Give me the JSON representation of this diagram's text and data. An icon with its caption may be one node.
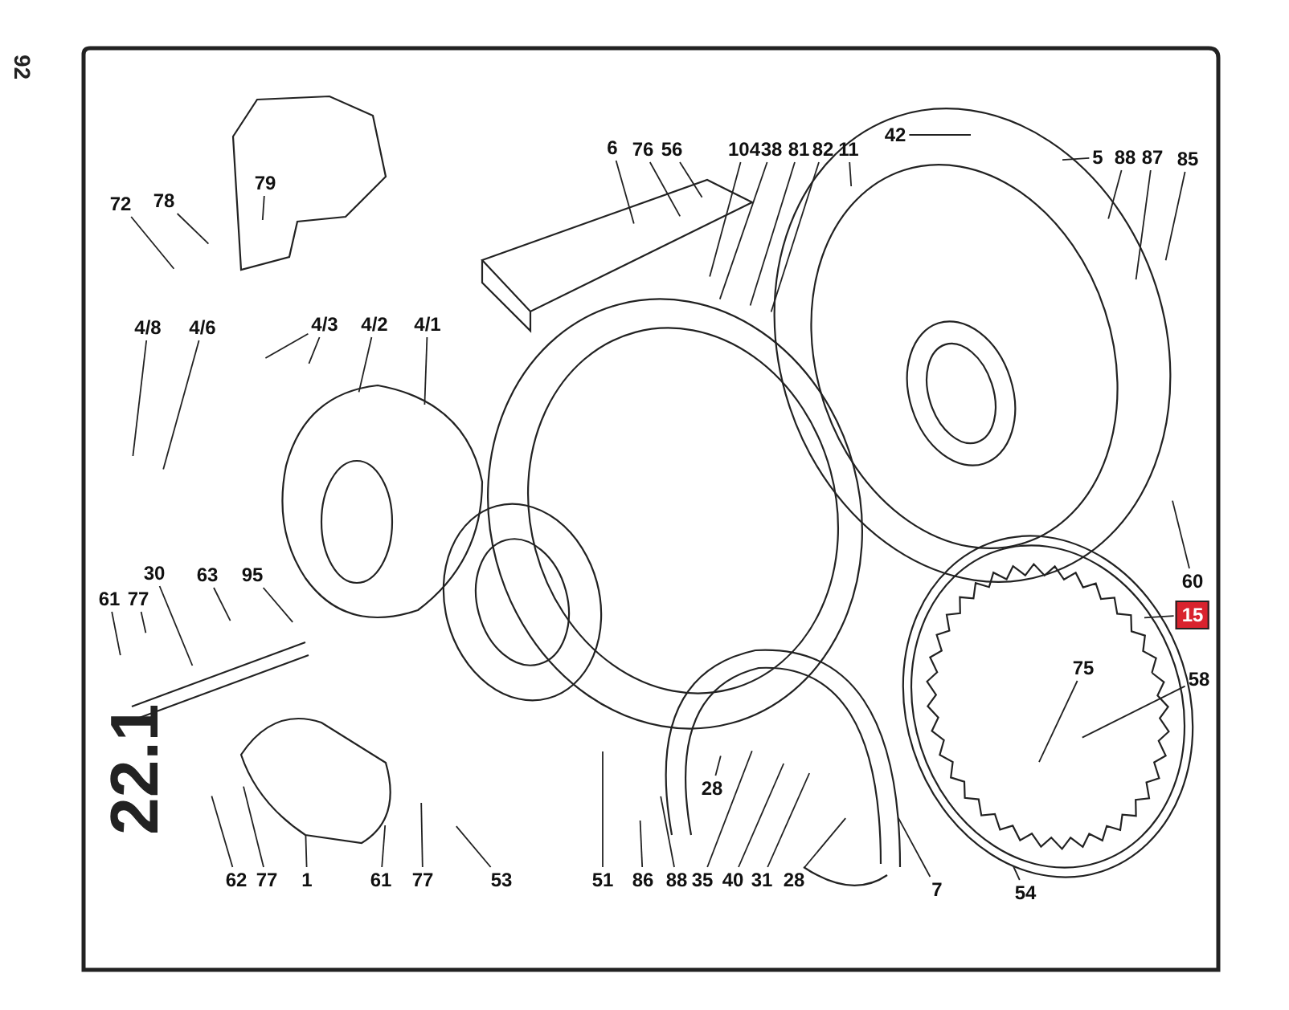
{
  "diagram": {
    "nodes": [
      {
        "text": [
          "6"
        ]
      },
      {
        "text": [
          "76"
        ]
      },
      {
        "text": [
          "56"
        ]
      },
      {
        "text": [
          "104"
        ]
      },
      {
        "text": [
          "38"
        ]
      },
      {
        "text": [
          "81"
        ]
      },
      {
        "text": [
          "82"
        ]
      },
      {
        "text": [
          "11"
        ]
      },
      {
        "text": [
          "42"
        ]
      },
      {
        "text": [
          "5"
        ]
      },
      {
        "text": [
          "88"
        ]
      },
      {
        "text": [
          "87"
        ]
      },
      {
        "text": [
          "85"
        ]
      },
      {
        "text": [
          "79"
        ]
      },
      {
        "text": [
          "78"
        ]
      },
      {
        "text": [
          "72"
        ]
      },
      {
        "text": [
          "4/8"
        ]
      },
      {
        "text": [
          "4/6"
        ]
      },
      {
        "text": [
          "4/3"
        ]
      },
      {
        "text": [
          "4/2"
        ]
      },
      {
        "text": [
          "4/1"
        ]
      },
      {
        "text": [
          "30"
        ]
      },
      {
        "text": [
          "63"
        ]
      },
      {
        "text": [
          "95"
        ]
      },
      {
        "text": [
          "61"
        ]
      },
      {
        "text": [
          "77"
        ]
      },
      {
        "text": [
          "60"
        ]
      },
      {
        "text": [
          "15"
        ]
      },
      {
        "text": [
          "75"
        ]
      },
      {
        "text": [
          "58"
        ]
      },
      {
        "text": [
          "28"
        ]
      },
      {
        "text": [
          "62"
        ]
      },
      {
        "text": [
          "77"
        ]
      },
      {
        "text": [
          "1"
        ]
      },
      {
        "text": [
          "61"
        ]
      },
      {
        "text": [
          "77"
        ]
      },
      {
        "text": [
          "53"
        ]
      },
      {
        "text": [
          "51"
        ]
      },
      {
        "text": [
          "86"
        ]
      },
      {
        "text": [
          "88"
        ]
      },
      {
        "text": [
          "35"
        ]
      },
      {
        "text": [
          "40"
        ]
      },
      {
        "text": [
          "31"
        ]
      },
      {
        "text": [
          "28"
        ]
      },
      {
        "text": [
          "7"
        ]
      },
      {
        "text": [
          "54"
        ]
      }
    ],
    "edges": [
      {
        "from": 0,
        "to": null,
        "arrow": "none"
      },
      {
        "from": 1,
        "to": null,
        "arrow": "none"
      },
      {
        "from": 2,
        "to": null,
        "arrow": "none"
      },
      {
        "from": 3,
        "to": null,
        "arrow": "none"
      },
      {
        "from": 4,
        "to": null,
        "arrow": "none"
      },
      {
        "from": 5,
        "to": null,
        "arrow": "none"
      },
      {
        "from": 6,
        "to": null,
        "arrow": "none"
      },
      {
        "from": 7,
        "to": null,
        "arrow": "none"
      },
      {
        "from": 8,
        "to": null,
        "arrow": "none"
      },
      {
        "from": 9,
        "to": null,
        "arrow": "none"
      },
      {
        "from": 10,
        "to": null,
        "arrow": "none"
      },
      {
        "from": 11,
        "to": null,
        "arrow": "none"
      },
      {
        "from": 12,
        "to": null,
        "arrow": "none"
      },
      {
        "from": 13,
        "to": null,
        "arrow": "none"
      },
      {
        "from": 14,
        "to": null,
        "arrow": "none"
      },
      {
        "from": 15,
        "to": null,
        "arrow": "none"
      },
      {
        "from": 16,
        "to": null,
        "arrow": "none"
      },
      {
        "from": 17,
        "to": null,
        "arrow": "none"
      },
      {
        "from": 18,
        "to": null,
        "arrow": "none"
      },
      {
        "from": 18,
        "to": null,
        "arrow": "none"
      },
      {
        "from": 19,
        "to": null,
        "arrow": "none"
      },
      {
        "from": 20,
        "to": null,
        "arrow": "none"
      },
      {
        "from": 21,
        "to": null,
        "arrow": "none"
      },
      {
        "from": 22,
        "to": null,
        "arrow": "none"
      },
      {
        "from": 23,
        "to": null,
        "arrow": "none"
      },
      {
        "from": 24,
        "to": null,
        "arrow": "none"
      },
      {
        "from": 25,
        "to": null,
        "arrow": "none"
      },
      {
        "from": 26,
        "to": null,
        "arrow": "none"
      },
      {
        "from": 27,
        "to": null,
        "arrow": "none"
      },
      {
        "from": 28,
        "to": null,
        "arrow": "none"
      },
      {
        "from": 29,
        "to": null,
        "arrow": "none"
      },
      {
        "from": 30,
        "to": null,
        "arrow": "none"
      },
      {
        "from": 31,
        "to": null,
        "arrow": "none"
      },
      {
        "from": 32,
        "to": null,
        "arrow": "none"
      },
      {
        "from": 33,
        "to": null,
        "arrow": "none"
      },
      {
        "from": 34,
        "to": null,
        "arrow": "none"
      },
      {
        "from": 35,
        "to": null,
        "arrow": "none"
      },
      {
        "from": 36,
        "to": null,
        "arrow": "none"
      },
      {
        "from": 37,
        "to": null,
        "arrow": "none"
      },
      {
        "from": 38,
        "to": null,
        "arrow": "none"
      },
      {
        "from": 39,
        "to": null,
        "arrow": "none"
      },
      {
        "from": 40,
        "to": null,
        "arrow": "none"
      },
      {
        "from": 41,
        "to": null,
        "arrow": "none"
      },
      {
        "from": 42,
        "to": null,
        "arrow": "none"
      },
      {
        "from": 43,
        "to": null,
        "arrow": "none"
      },
      {
        "from": 44,
        "to": null,
        "arrow": "none"
      },
      {
        "from": 45,
        "to": null,
        "arrow": "none"
      }
    ],
    "labels": [
      "92",
      "22.1"
    ]
  }
}
